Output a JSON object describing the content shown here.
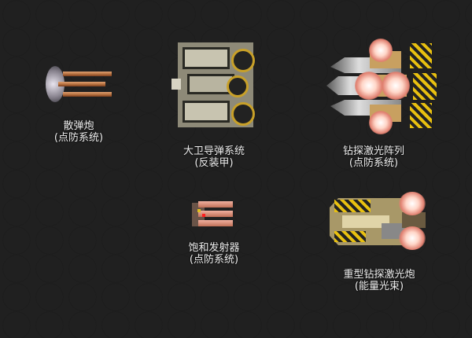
{
  "weapons": [
    {
      "id": "shotgun",
      "name": "散弹炮",
      "category": "(点防系统)",
      "icon": "shotgun-turret-icon"
    },
    {
      "id": "david",
      "name": "大卫导弹系统",
      "category": "(反装甲)",
      "icon": "missile-launcher-icon"
    },
    {
      "id": "drill_array",
      "name": "钻探激光阵列",
      "category": "(点防系统)",
      "icon": "laser-array-icon"
    },
    {
      "id": "saturation",
      "name": "饱和发射器",
      "category": "(点防系统)",
      "icon": "saturation-launcher-icon"
    },
    {
      "id": "heavy_drill",
      "name": "重型钻探激光炮",
      "category": "(能量光束)",
      "icon": "heavy-laser-cannon-icon"
    }
  ],
  "colors": {
    "background": "#202020",
    "text": "#eeeeee",
    "hazard": "#e8c010",
    "copper": "#b06a3a"
  }
}
